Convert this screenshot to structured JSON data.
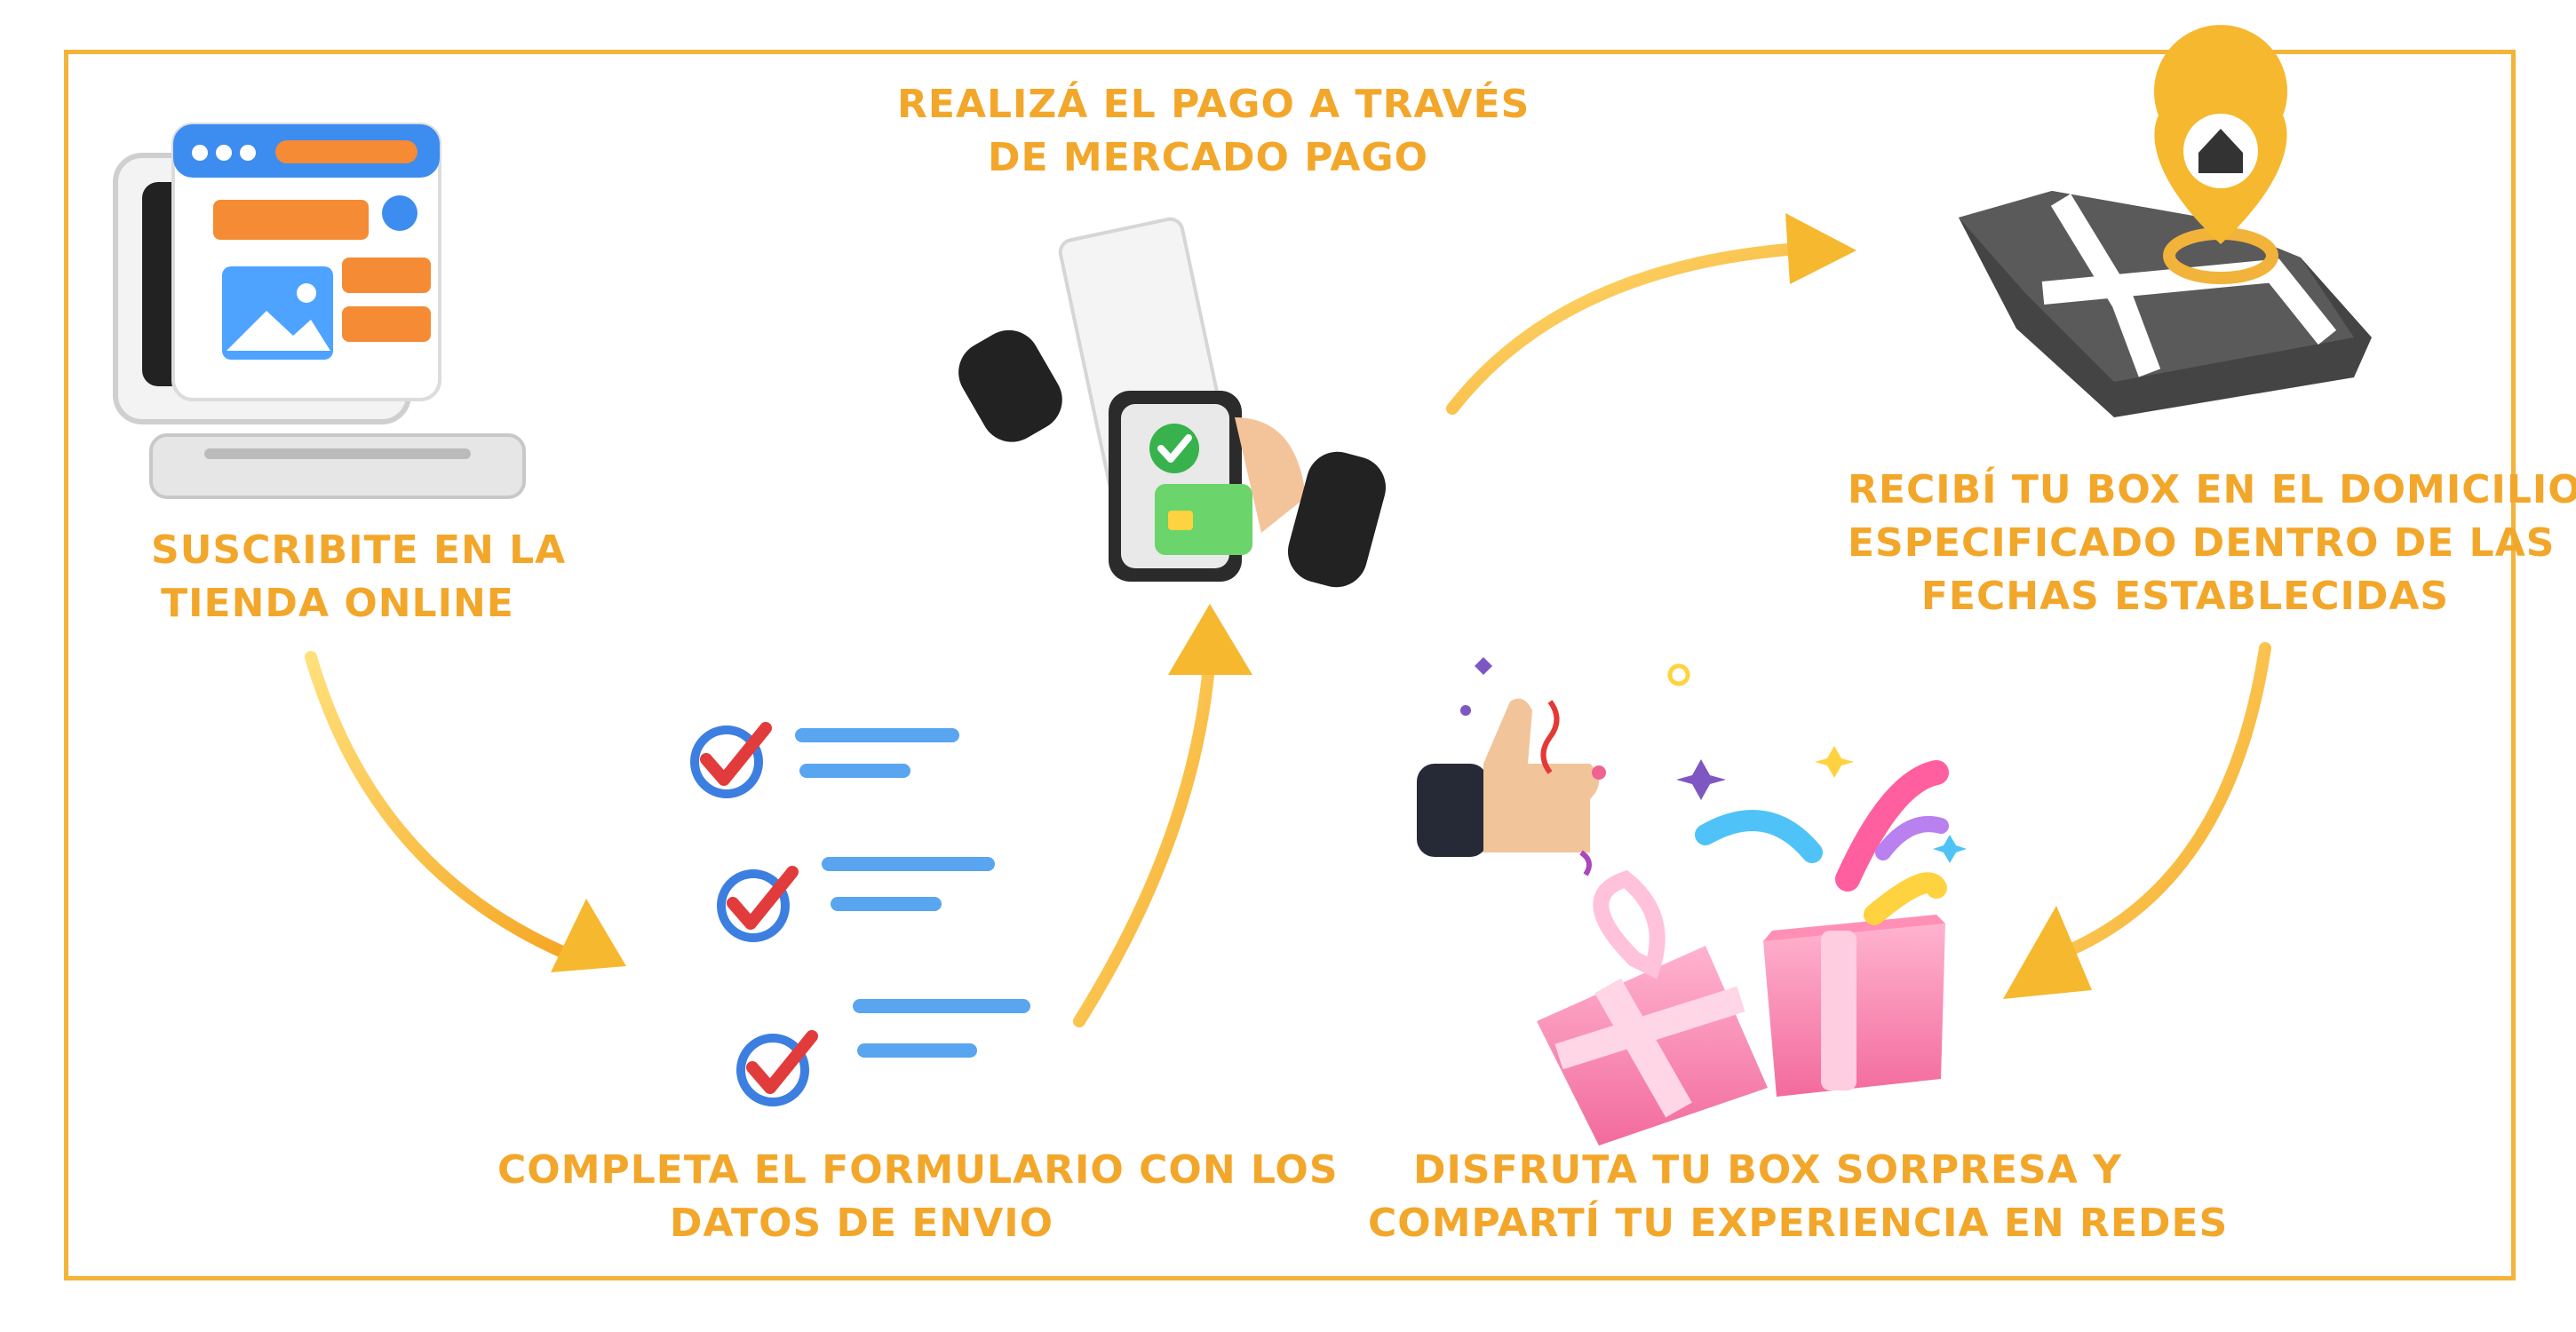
{
  "steps": [
    {
      "id": "subscribe",
      "lines": [
        "Suscribite en la",
        "tienda online"
      ]
    },
    {
      "id": "form",
      "lines": [
        "Completa el formulario con los",
        "datos de envio"
      ]
    },
    {
      "id": "payment",
      "lines": [
        "Realizá el pago a través",
        "de Mercado Pago"
      ]
    },
    {
      "id": "delivery",
      "lines": [
        "Recibí tu box en el domicilio",
        "especificado dentro de las",
        "fechas establecidas"
      ]
    },
    {
      "id": "enjoy",
      "lines": [
        "Disfruta tu box sorpresa y",
        "compartí tu experiencia en redes"
      ]
    }
  ],
  "icons": [
    "laptop-store-icon",
    "checklist-icon",
    "payment-receipt-phone-icon",
    "map-pin-house-icon",
    "gift-box-thumbs-up-icon"
  ],
  "colors": {
    "accent": "#f4b43a",
    "label": "#f2a72b",
    "arrow": "#f5b82e"
  }
}
